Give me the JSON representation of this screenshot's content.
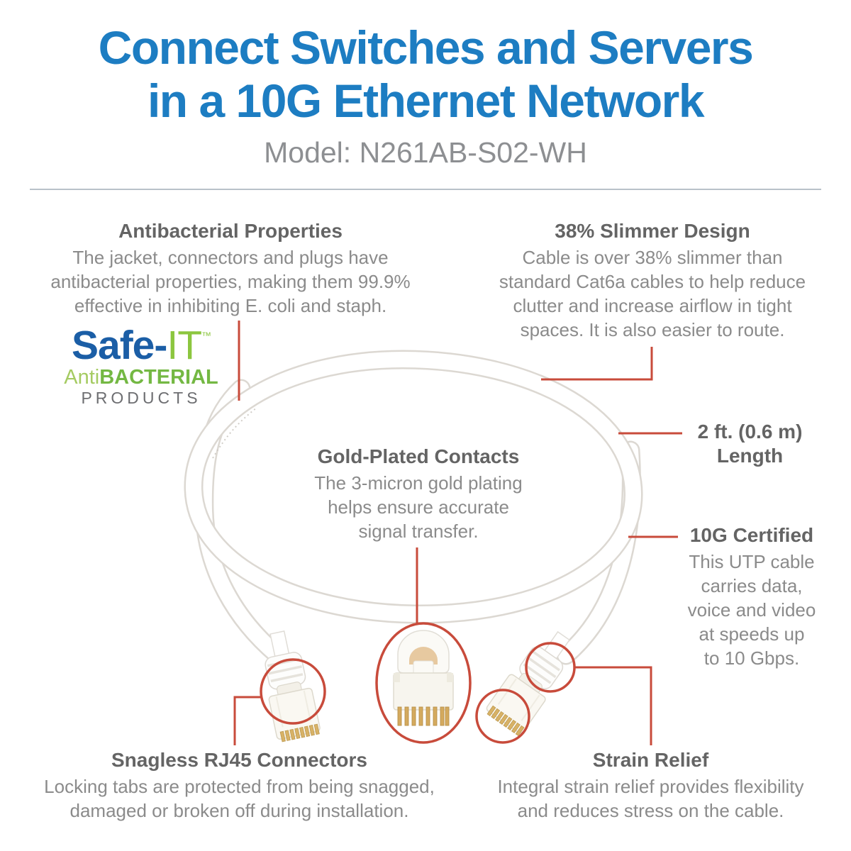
{
  "header": {
    "title": "Connect Switches and Servers\nin a 10G Ethernet Network",
    "model": "Model: N261AB-S02-WH"
  },
  "logo": {
    "safe": "Safe",
    "hyphen": "-",
    "it": "IT",
    "tm": "™",
    "anti": "Anti",
    "bacterial": "BACTERIAL",
    "products": "PRODUCTS"
  },
  "callouts": {
    "antibacterial": {
      "title": "Antibacterial Properties",
      "body": "The jacket, connectors and plugs have\nantibacterial properties, making them 99.9%\neffective in inhibiting E. coli and staph."
    },
    "slimmer": {
      "title": "38% Slimmer Design",
      "body": "Cable is over 38% slimmer than\nstandard Cat6a cables to help reduce\nclutter and increase airflow in tight\nspaces. It is also easier to route."
    },
    "gold": {
      "title": "Gold-Plated Contacts",
      "body": "The 3-micron gold plating\nhelps ensure accurate\nsignal transfer."
    },
    "length": {
      "title": "2 ft. (0.6 m)\nLength"
    },
    "certified": {
      "title": "10G Certified",
      "body": "This UTP cable\ncarries data,\nvoice and video\nat speeds up\nto 10 Gbps."
    },
    "snagless": {
      "title": "Snagless RJ45 Connectors",
      "body": "Locking tabs are protected from being snagged,\ndamaged or broken off during installation."
    },
    "strain": {
      "title": "Strain Relief",
      "body": "Integral strain relief provides flexibility\nand reduces stress on the cable."
    }
  },
  "colors": {
    "title_blue": "#1d7dc2",
    "heading_gray": "#646464",
    "body_gray": "#8b8b8b",
    "callout_red": "#c84b3b",
    "logo_blue": "#1b5ea6",
    "logo_green": "#8cc63f",
    "products_gray": "#6d6e71",
    "divider_gray": "#b9c1c9",
    "cable_white": "#ffffff",
    "cable_edge": "#dcd8d2",
    "contact_gold": "#d8b266"
  }
}
